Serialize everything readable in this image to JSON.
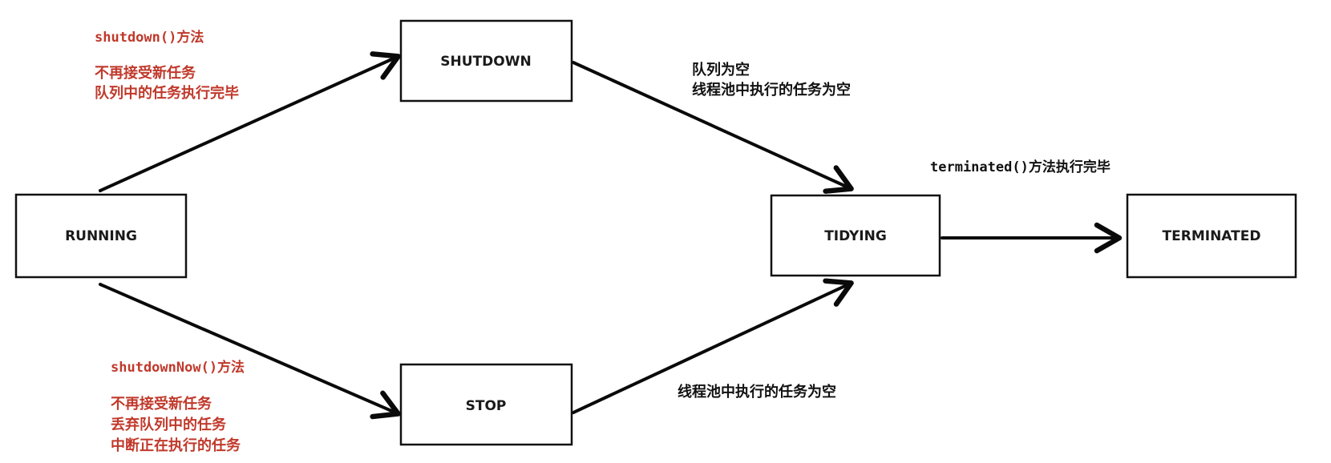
{
  "states": {
    "running": "RUNNING",
    "shutdown": "SHUTDOWN",
    "stop": "STOP",
    "tidying": "TIDYING",
    "terminated": "TERMINATED"
  },
  "transitions": {
    "running_to_shutdown": {
      "method": "shutdown()方法",
      "lines": [
        "不再接受新任务",
        "队列中的任务执行完毕"
      ]
    },
    "running_to_stop": {
      "method": "shutdownNow()方法",
      "lines": [
        "不再接受新任务",
        "丢弃队列中的任务",
        "中断正在执行的任务"
      ]
    },
    "shutdown_to_tidying": {
      "lines": [
        "队列为空",
        "线程池中执行的任务为空"
      ]
    },
    "stop_to_tidying": {
      "lines": [
        "线程池中执行的任务为空"
      ]
    },
    "tidying_to_terminated": {
      "method": "terminated()方法执行完毕"
    }
  },
  "colors": {
    "annotation_red": "#c0392b",
    "annotation_dark": "#111111",
    "box_border": "#111111"
  }
}
